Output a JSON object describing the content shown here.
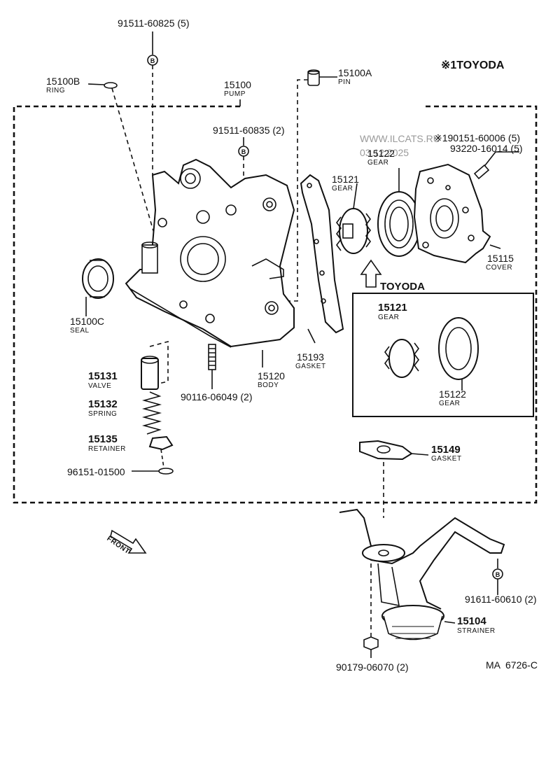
{
  "header": {
    "mark": "※1TOYODA"
  },
  "watermark": {
    "site": "WWW.ILCATS.RU",
    "date": "03.12.2025",
    "color": "#9a9a9a"
  },
  "drawing_code": "MA  6726-C",
  "front": "FRONT",
  "inset_title": "TOYODA",
  "bolt_mark": "B",
  "parts": {
    "bolt_91511_60825": {
      "number": "91511-60825 (5)"
    },
    "ring": {
      "number": "15100B",
      "name": "RING"
    },
    "pump": {
      "number": "15100",
      "name": "PUMP"
    },
    "pin": {
      "number": "15100A",
      "name": "PIN"
    },
    "bolt_91511_60835": {
      "number": "91511-60835 (2)"
    },
    "screw_190151": {
      "number": "※190151-60006 (5)"
    },
    "screw_93220": {
      "number": "93220-16014 (5)"
    },
    "gear_15122": {
      "number": "15122",
      "name": "GEAR"
    },
    "gear_15121": {
      "number": "15121",
      "name": "GEAR"
    },
    "cover": {
      "number": "15115",
      "name": "COVER"
    },
    "seal": {
      "number": "15100C",
      "name": "SEAL"
    },
    "gasket_15193": {
      "number": "15193",
      "name": "GASKET"
    },
    "body": {
      "number": "15120",
      "name": "BODY"
    },
    "valve": {
      "number": "15131",
      "name": "VALVE"
    },
    "spring": {
      "number": "15132",
      "name": "SPRING"
    },
    "stud": {
      "number": "90116-06049 (2)"
    },
    "retainer": {
      "number": "15135",
      "name": "RETAINER"
    },
    "clip": {
      "number": "96151-01500"
    },
    "inset_gear_15121": {
      "number": "15121",
      "name": "GEAR"
    },
    "inset_gear_15122": {
      "number": "15122",
      "name": "GEAR"
    },
    "gasket_15149": {
      "number": "15149",
      "name": "GASKET"
    },
    "bolt_91611": {
      "number": "91611-60610 (2)"
    },
    "strainer": {
      "number": "15104",
      "name": "STRAINER"
    },
    "nut_90179": {
      "number": "90179-06070 (2)"
    }
  }
}
